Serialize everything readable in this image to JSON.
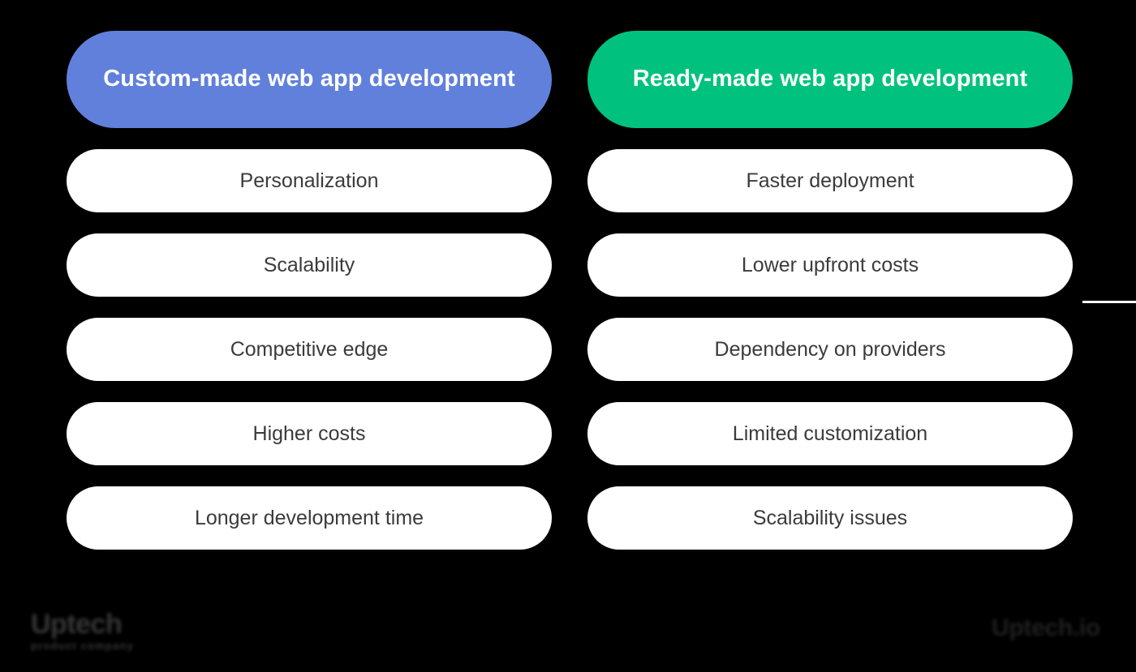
{
  "background_color": "#000000",
  "columns": [
    {
      "id": "custom",
      "header": "Custom-made web app development",
      "header_color": "#6080DC",
      "header_text_color": "#FFFFFF",
      "items": [
        "Personalization",
        "Scalability",
        "Competitive edge",
        "Higher costs",
        "Longer development time"
      ]
    },
    {
      "id": "ready",
      "header": "Ready-made web app development",
      "header_color": "#00C27E",
      "header_text_color": "#FFFFFF",
      "items": [
        "Faster deployment",
        "Lower upfront costs",
        "Dependency on providers",
        "Limited customization",
        "Scalability issues"
      ]
    }
  ],
  "item_style": {
    "background": "#FFFFFF",
    "text_color": "#3B3B3B"
  },
  "watermarks": {
    "bottom_left": {
      "word": "Uptech",
      "sub": "product company",
      "state": "blurred"
    },
    "bottom_right": {
      "word": "Uptech.io",
      "state": "blurred"
    }
  }
}
